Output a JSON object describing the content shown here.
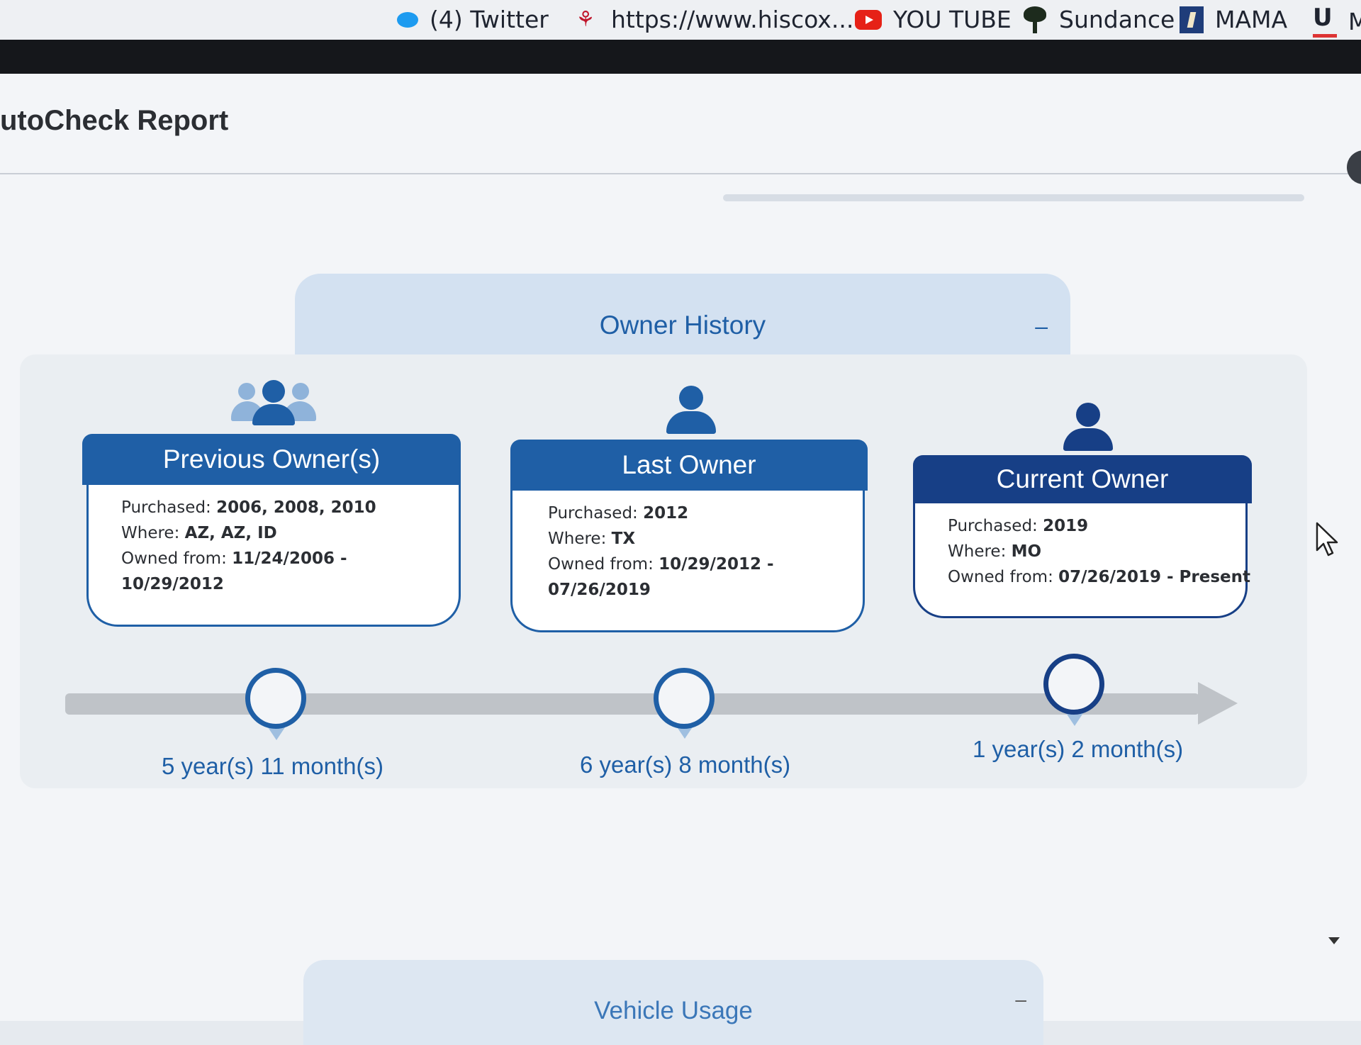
{
  "bookmarks": [
    {
      "label": "(4) Twitter",
      "icon": "twitter-icon"
    },
    {
      "label": "https://www.hiscox....",
      "icon": "hiscox-icon"
    },
    {
      "label": "YOU TUBE",
      "icon": "youtube-icon"
    },
    {
      "label": "Sundance",
      "icon": "tree-icon"
    },
    {
      "label": "MAMA",
      "icon": "mama-icon"
    },
    {
      "label": "M",
      "icon": "u-icon"
    }
  ],
  "page": {
    "title": "utoCheck Report"
  },
  "owner_history": {
    "title": "Owner History",
    "collapse": "–",
    "owners": [
      {
        "header": "Previous Owner(s)",
        "purchased_label": "Purchased:",
        "purchased": "2006, 2008, 2010",
        "where_label": "Where:",
        "where": "AZ, AZ, ID",
        "owned_label": "Owned from:",
        "owned_from": "11/24/2006 -",
        "owned_to": "10/29/2012",
        "duration": "5 year(s) 11 month(s)"
      },
      {
        "header": "Last Owner",
        "purchased_label": "Purchased:",
        "purchased": "2012",
        "where_label": "Where:",
        "where": "TX",
        "owned_label": "Owned from:",
        "owned_from": "10/29/2012 -",
        "owned_to": "07/26/2019",
        "duration": "6 year(s) 8 month(s)"
      },
      {
        "header": "Current Owner",
        "purchased_label": "Purchased:",
        "purchased": "2019",
        "where_label": "Where:",
        "where": "MO",
        "owned_label": "Owned from:",
        "owned_from": "07/26/2019 - Present",
        "owned_to": "",
        "duration": "1 year(s) 2 month(s)"
      }
    ]
  },
  "vehicle_usage": {
    "title": "Vehicle Usage",
    "collapse": "–"
  },
  "colors": {
    "accent": "#1f5fa6",
    "current": "#173f86",
    "timeline": "#bfc3c8"
  }
}
